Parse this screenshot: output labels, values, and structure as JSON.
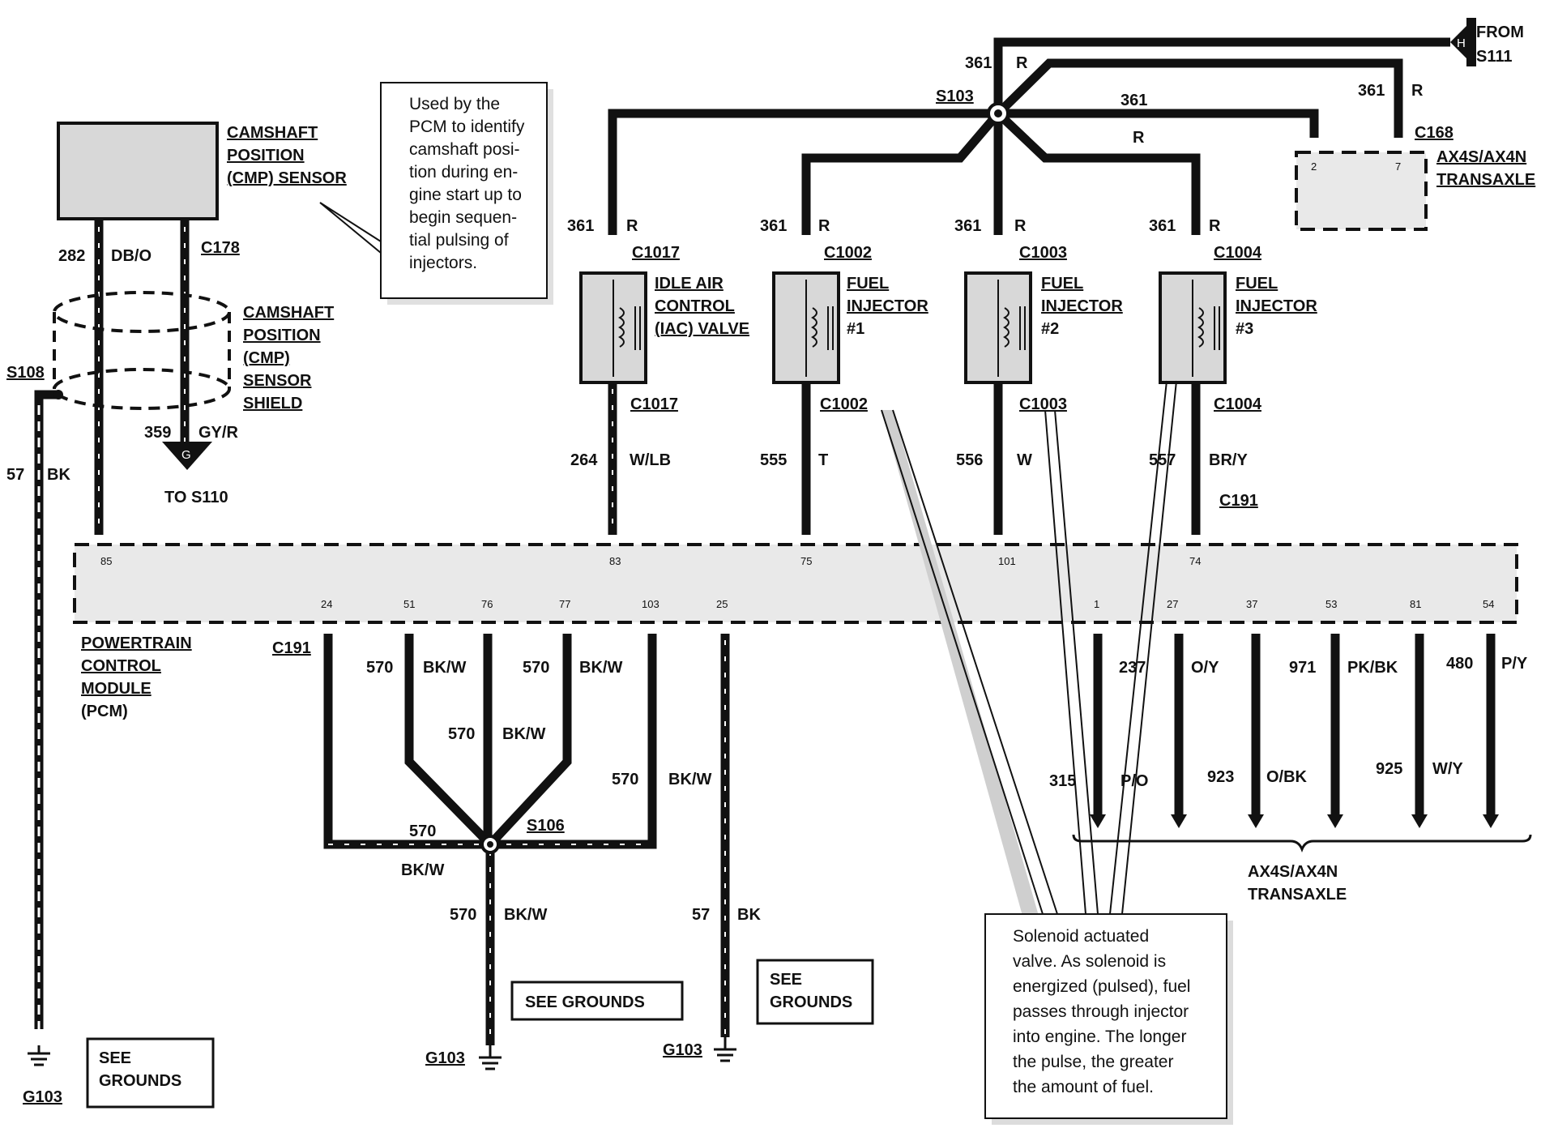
{
  "labels": {
    "from_s111": [
      "FROM",
      "S111"
    ],
    "s103": "S103",
    "c168": "C168",
    "ax4s_top": [
      "AX4S/AX4N",
      "TRANSAXLE"
    ],
    "ax4s_bottom": [
      "AX4S/AX4N",
      "TRANSAXLE"
    ],
    "cmp_sensor": [
      "CAMSHAFT",
      "POSITION",
      "(CMP) SENSOR"
    ],
    "cmp_shield": [
      "CAMSHAFT",
      "POSITION",
      "(CMP)",
      "SENSOR",
      "SHIELD"
    ],
    "c178": "C178",
    "s108": "S108",
    "to_s110": "TO S110",
    "g_connector": "G",
    "h_connector": "H",
    "iac_valve": [
      "IDLE AIR",
      "CONTROL",
      "(IAC) VALVE"
    ],
    "injector1": [
      "FUEL",
      "INJECTOR",
      "#1"
    ],
    "injector2": [
      "FUEL",
      "INJECTOR",
      "#2"
    ],
    "injector3": [
      "FUEL",
      "INJECTOR",
      "#3"
    ],
    "c1017_top": "C1017",
    "c1017_bot": "C1017",
    "c1002_top": "C1002",
    "c1002_bot": "C1002",
    "c1003_top": "C1003",
    "c1003_bot": "C1003",
    "c1004_top": "C1004",
    "c1004_bot": "C1004",
    "c191_right": "C191",
    "c191_left": "C191",
    "pcm": [
      "POWERTRAIN",
      "CONTROL",
      "MODULE",
      "(PCM)"
    ],
    "s106": "S106",
    "g103_left": "G103",
    "g103_mid": "G103",
    "g103_right": "G103",
    "see_grounds_1": [
      "SEE",
      "GROUNDS"
    ],
    "see_grounds_2": "SEE GROUNDS",
    "see_grounds_3": [
      "SEE",
      "GROUNDS"
    ],
    "c168_pins": [
      "2",
      "7"
    ]
  },
  "callouts": {
    "cmp": [
      "Used by the",
      "PCM to identify",
      "camshaft posi-",
      "tion during en-",
      "gine start up to",
      "begin sequen-",
      "tial pulsing of",
      "injectors."
    ],
    "injector": [
      "Solenoid actuated",
      "valve. As solenoid is",
      "energized (pulsed), fuel",
      "passes through injector",
      "into engine. The longer",
      "the pulse, the greater",
      "the amount of fuel."
    ]
  },
  "wires": {
    "top_361_r_1": {
      "circuit": "361",
      "color": "R"
    },
    "top_361_2": {
      "circuit": "361"
    },
    "top_r": {
      "color": "R"
    },
    "top_361_r_3": {
      "circuit": "361",
      "color": "R"
    },
    "iac_361_r": {
      "circuit": "361",
      "color": "R"
    },
    "inj1_361_r": {
      "circuit": "361",
      "color": "R"
    },
    "inj2_361_r": {
      "circuit": "361",
      "color": "R"
    },
    "inj3_361_r": {
      "circuit": "361",
      "color": "R"
    },
    "cmp_282": {
      "circuit": "282",
      "color": "DB/O"
    },
    "cmp_359": {
      "circuit": "359",
      "color": "GY/R"
    },
    "s108_57": {
      "circuit": "57",
      "color": "BK"
    },
    "iac_264": {
      "circuit": "264",
      "color": "W/LB"
    },
    "inj1_555": {
      "circuit": "555",
      "color": "T"
    },
    "inj2_556": {
      "circuit": "556",
      "color": "W"
    },
    "inj3_557": {
      "circuit": "557",
      "color": "BR/Y"
    },
    "gnd_570_a": {
      "circuit": "570",
      "color": "BK/W"
    },
    "gnd_570_b": {
      "circuit": "570",
      "color": "BK/W"
    },
    "gnd_570_c": {
      "circuit": "570",
      "color": "BK/W"
    },
    "gnd_570_d": {
      "circuit": "570",
      "color": "BK/W"
    },
    "gnd_570_e": {
      "circuit": "570",
      "color": "BK/W"
    },
    "gnd_570_f": {
      "circuit": "570",
      "color": "BK/W"
    },
    "gnd_57": {
      "circuit": "57",
      "color": "BK"
    },
    "t_237": {
      "circuit": "237",
      "color": "O/Y"
    },
    "t_315": {
      "circuit": "315",
      "color": "P/O"
    },
    "t_923": {
      "circuit": "923",
      "color": "O/BK"
    },
    "t_971": {
      "circuit": "971",
      "color": "PK/BK"
    },
    "t_925": {
      "circuit": "925",
      "color": "W/Y"
    },
    "t_480": {
      "circuit": "480",
      "color": "P/Y"
    }
  },
  "pcm_pins": {
    "top": [
      "85",
      "83",
      "75",
      "101",
      "74"
    ],
    "bottom": [
      "24",
      "51",
      "76",
      "77",
      "103",
      "25",
      "1",
      "27",
      "37",
      "53",
      "81",
      "54"
    ]
  }
}
